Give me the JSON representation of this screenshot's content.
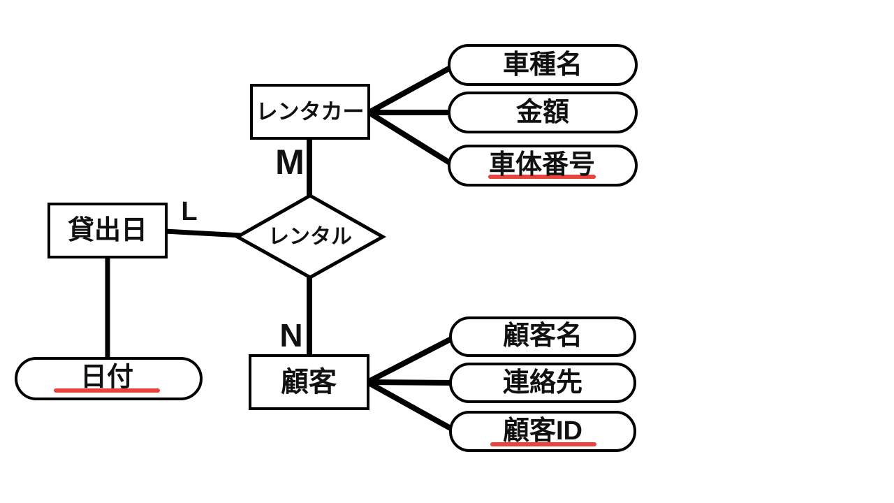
{
  "diagram": {
    "type": "entity-relationship",
    "background_color": "#ffffff",
    "line_color": "#000000",
    "accent_red": "#e8433d",
    "entities": {
      "rental_car": {
        "label": "レンタカー"
      },
      "lend_date": {
        "label": "貸出日"
      },
      "customer": {
        "label": "顧客"
      }
    },
    "relationship": {
      "label": "レンタル"
    },
    "cardinalities": {
      "rental_car_side": "M",
      "lend_date_side": "L",
      "customer_side": "N"
    },
    "attributes": {
      "car_model_name": {
        "label": "車種名",
        "is_key": false
      },
      "price": {
        "label": "金額",
        "is_key": false
      },
      "body_number": {
        "label": "車体番号",
        "is_key": true
      },
      "date": {
        "label": "日付",
        "is_key": true
      },
      "customer_name": {
        "label": "顧客名",
        "is_key": false
      },
      "contact": {
        "label": "連絡先",
        "is_key": false
      },
      "customer_id": {
        "label": "顧客ID",
        "is_key": true
      }
    }
  }
}
